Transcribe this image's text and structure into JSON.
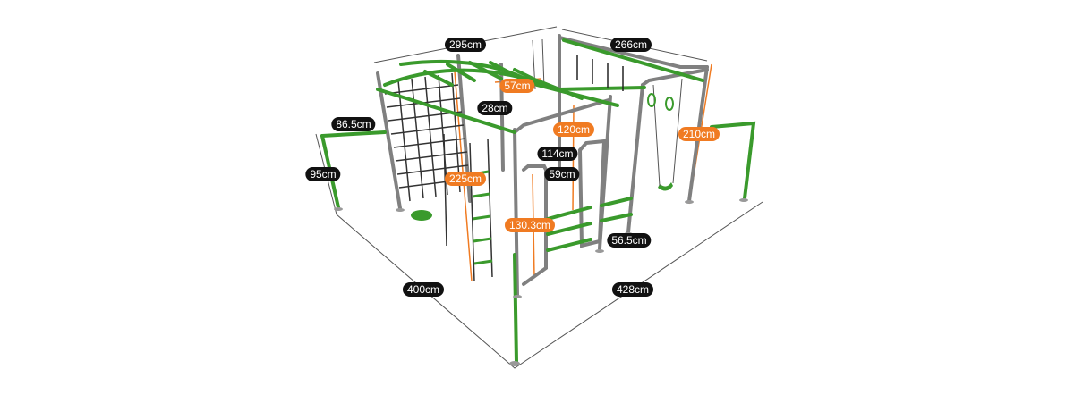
{
  "title": "Playground climbing frame dimensions",
  "colors": {
    "frame_green": "#3a9a2c",
    "post_grey": "#7d7d7d",
    "orange": "#f07b22",
    "label_dark": "#111111"
  },
  "dimensions": [
    {
      "id": "width-left-top",
      "text": "295cm",
      "style": "dark"
    },
    {
      "id": "width-right-top",
      "text": "266cm",
      "style": "dark"
    },
    {
      "id": "bar-spacing",
      "text": "57cm",
      "style": "orange"
    },
    {
      "id": "rung-spacing",
      "text": "28cm",
      "style": "dark"
    },
    {
      "id": "side-arm",
      "text": "86.5cm",
      "style": "dark"
    },
    {
      "id": "inner-height",
      "text": "120cm",
      "style": "orange"
    },
    {
      "id": "swing-height",
      "text": "210cm",
      "style": "orange"
    },
    {
      "id": "door-width",
      "text": "114cm",
      "style": "dark"
    },
    {
      "id": "arm-height",
      "text": "95cm",
      "style": "dark"
    },
    {
      "id": "door-inner-width",
      "text": "59cm",
      "style": "dark"
    },
    {
      "id": "total-height",
      "text": "225cm",
      "style": "orange"
    },
    {
      "id": "door-height",
      "text": "130.3cm",
      "style": "orange"
    },
    {
      "id": "door-gap",
      "text": "56.5cm",
      "style": "dark"
    },
    {
      "id": "depth",
      "text": "400cm",
      "style": "dark"
    },
    {
      "id": "length",
      "text": "428cm",
      "style": "dark"
    }
  ]
}
